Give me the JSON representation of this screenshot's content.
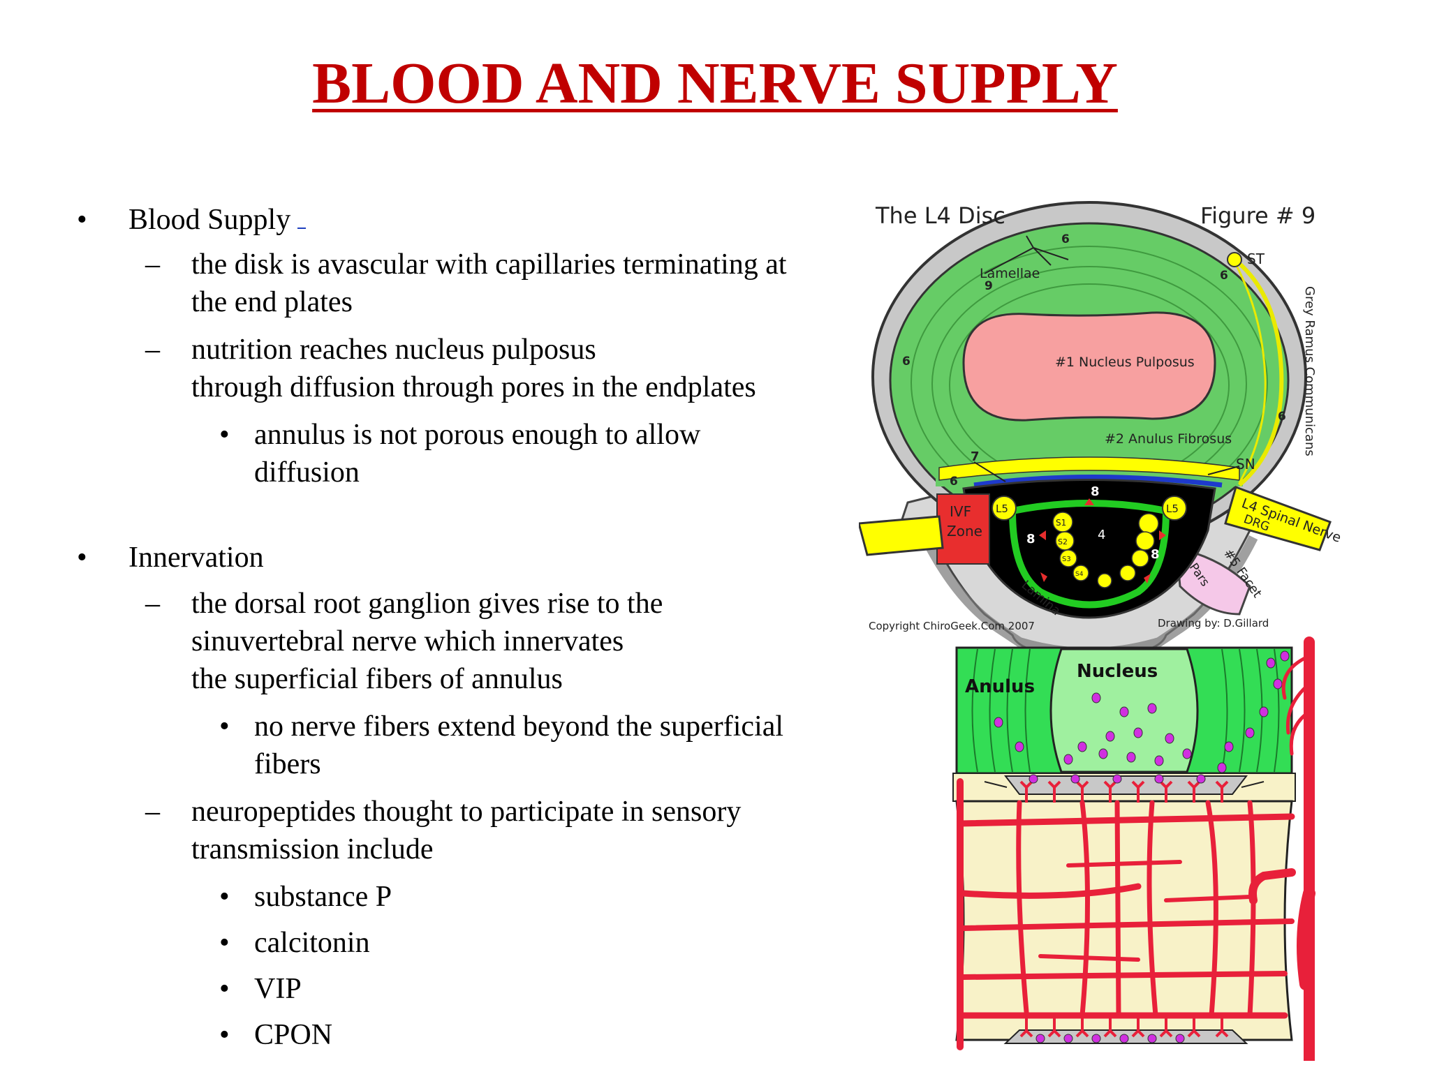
{
  "title": "BLOOD AND NERVE SUPPLY",
  "bullet_marker": "•",
  "dash_marker": "–",
  "blood": {
    "heading": "Blood Supply",
    "items": [
      [
        "the disk is avascular with capillaries terminating at",
        "the end plates"
      ],
      [
        "nutrition reaches nucleus pulposus",
        "through diffusion through pores in the endplates"
      ]
    ],
    "sub": [
      "annulus is not porous enough to allow",
      "diffusion"
    ]
  },
  "innervation": {
    "heading": "Innervation",
    "items": [
      [
        "the dorsal root ganglion gives rise to the",
        "sinuvertebral nerve which innervates",
        "the superficial fibers of annulus"
      ],
      [
        "neuropeptides thought to participate in sensory",
        "transmission include"
      ]
    ],
    "sub1": [
      "no nerve fibers extend beyond the superficial",
      "fibers"
    ],
    "sub2": [
      "substance P",
      "calcitonin",
      "VIP",
      "CPON"
    ]
  },
  "figure": {
    "title": "The L4 Disc",
    "figure_no": "Figure # 9",
    "nucleus": "#1 Nucleus Pulposus",
    "anulus": "#2 Anulus Fibrosus",
    "lamellae": "Lamellae",
    "st": "ST",
    "sn": "SN",
    "grey_ramus": "Grey Ramus Communicans",
    "ivf1": "IVF",
    "ivf2": "Zone",
    "l5": "L5",
    "spinal_nerve": "L4 Spinal Nerve",
    "drg": "DRG",
    "facet": "#5 Facet",
    "pars": "Pars",
    "lamina": "Lamina",
    "s_labels": [
      "S1",
      "S2",
      "S3",
      "S4"
    ],
    "n4": "4",
    "n6": "6",
    "n7": "7",
    "n8": "8",
    "n9": "9",
    "copyright": "Copyright ChiroGeek.Com 2007",
    "drawing_by": "Drawing by: D.Gillard",
    "lower_anulus": "Anulus",
    "lower_nucleus": "Nucleus",
    "colors": {
      "anulus": "#66cc66",
      "nucleus": "#f7a0a0",
      "nerve": "#ffff00",
      "vessel": "#e8203a",
      "ivf": "#e82e2e",
      "endplate": "#f8f2c8"
    }
  }
}
